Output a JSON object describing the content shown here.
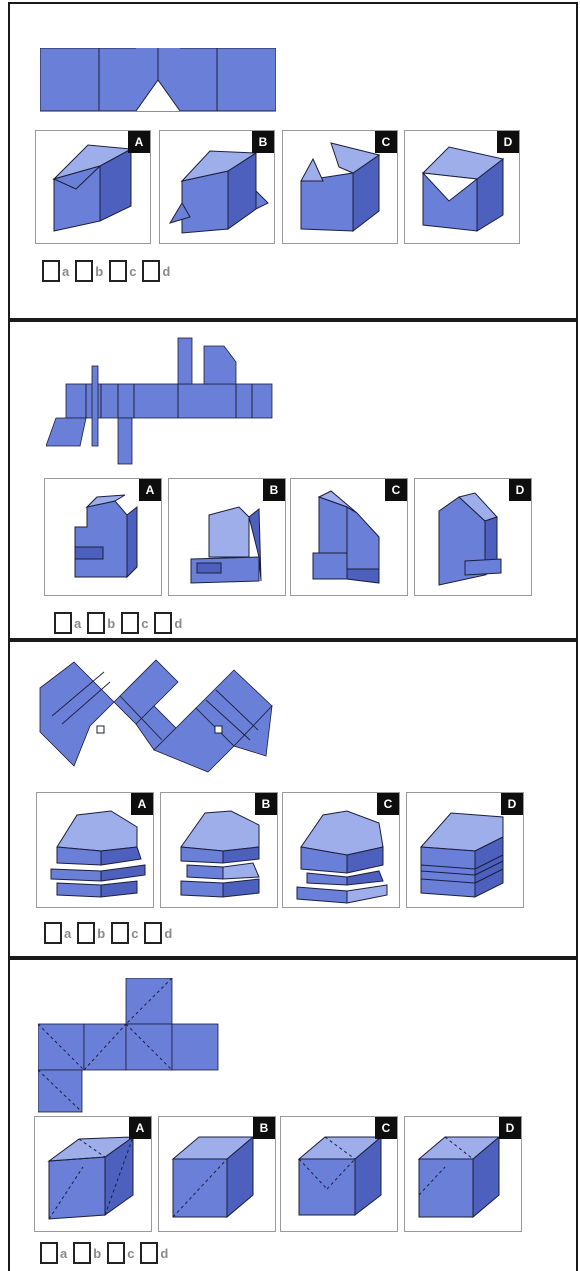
{
  "colors": {
    "fill": "#6a7fd8",
    "fill_light": "#9eaeea",
    "fill_dark": "#4d60bd",
    "stroke": "#1c1f3a"
  },
  "option_tags": [
    "A",
    "B",
    "C",
    "D"
  ],
  "choice_labels": [
    "a",
    "b",
    "c",
    "d"
  ]
}
